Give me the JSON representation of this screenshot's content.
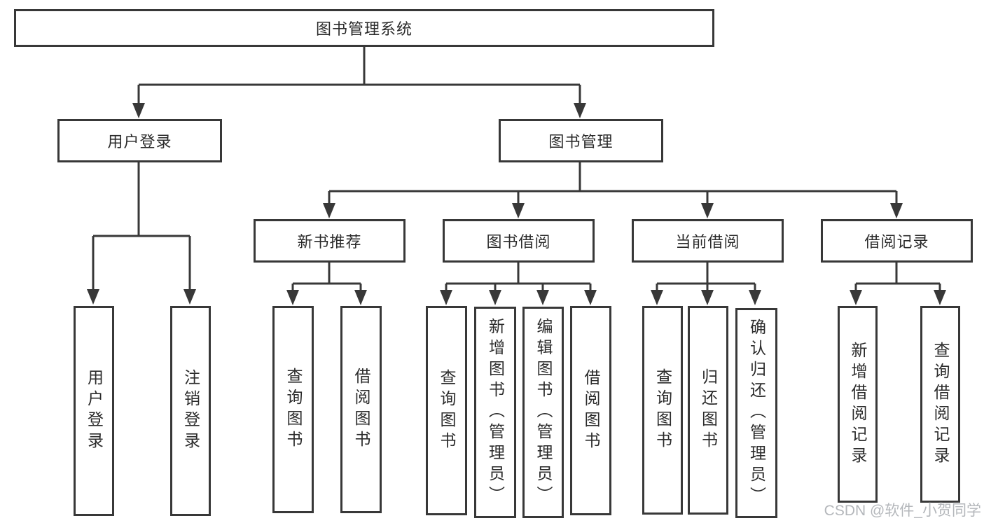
{
  "tree": {
    "root": {
      "label": "图书管理系统"
    },
    "user_branch": {
      "label": "用户登录",
      "children": [
        {
          "label": "用户登录"
        },
        {
          "label": "注销登录"
        }
      ]
    },
    "book_branch": {
      "label": "图书管理",
      "groups": [
        {
          "label": "新书推荐",
          "children": [
            {
              "label": "查询图书"
            },
            {
              "label": "借阅图书"
            }
          ]
        },
        {
          "label": "图书借阅",
          "children": [
            {
              "label": "查询图书"
            },
            {
              "label": "新增图书（管理员）"
            },
            {
              "label": "编辑图书（管理员）"
            },
            {
              "label": "借阅图书"
            }
          ]
        },
        {
          "label": "当前借阅",
          "children": [
            {
              "label": "查询图书"
            },
            {
              "label": "归还图书"
            },
            {
              "label": "确认归还（管理员）"
            }
          ]
        },
        {
          "label": "借阅记录",
          "children": [
            {
              "label": "新增借阅记录"
            },
            {
              "label": "查询借阅记录"
            }
          ]
        }
      ]
    }
  },
  "watermark": {
    "text": "CSDN @软件_小贺同学"
  },
  "colors": {
    "line": "#383838",
    "text": "#2b2b2b",
    "watermark": "#b4b7bb",
    "background": "#ffffff"
  }
}
